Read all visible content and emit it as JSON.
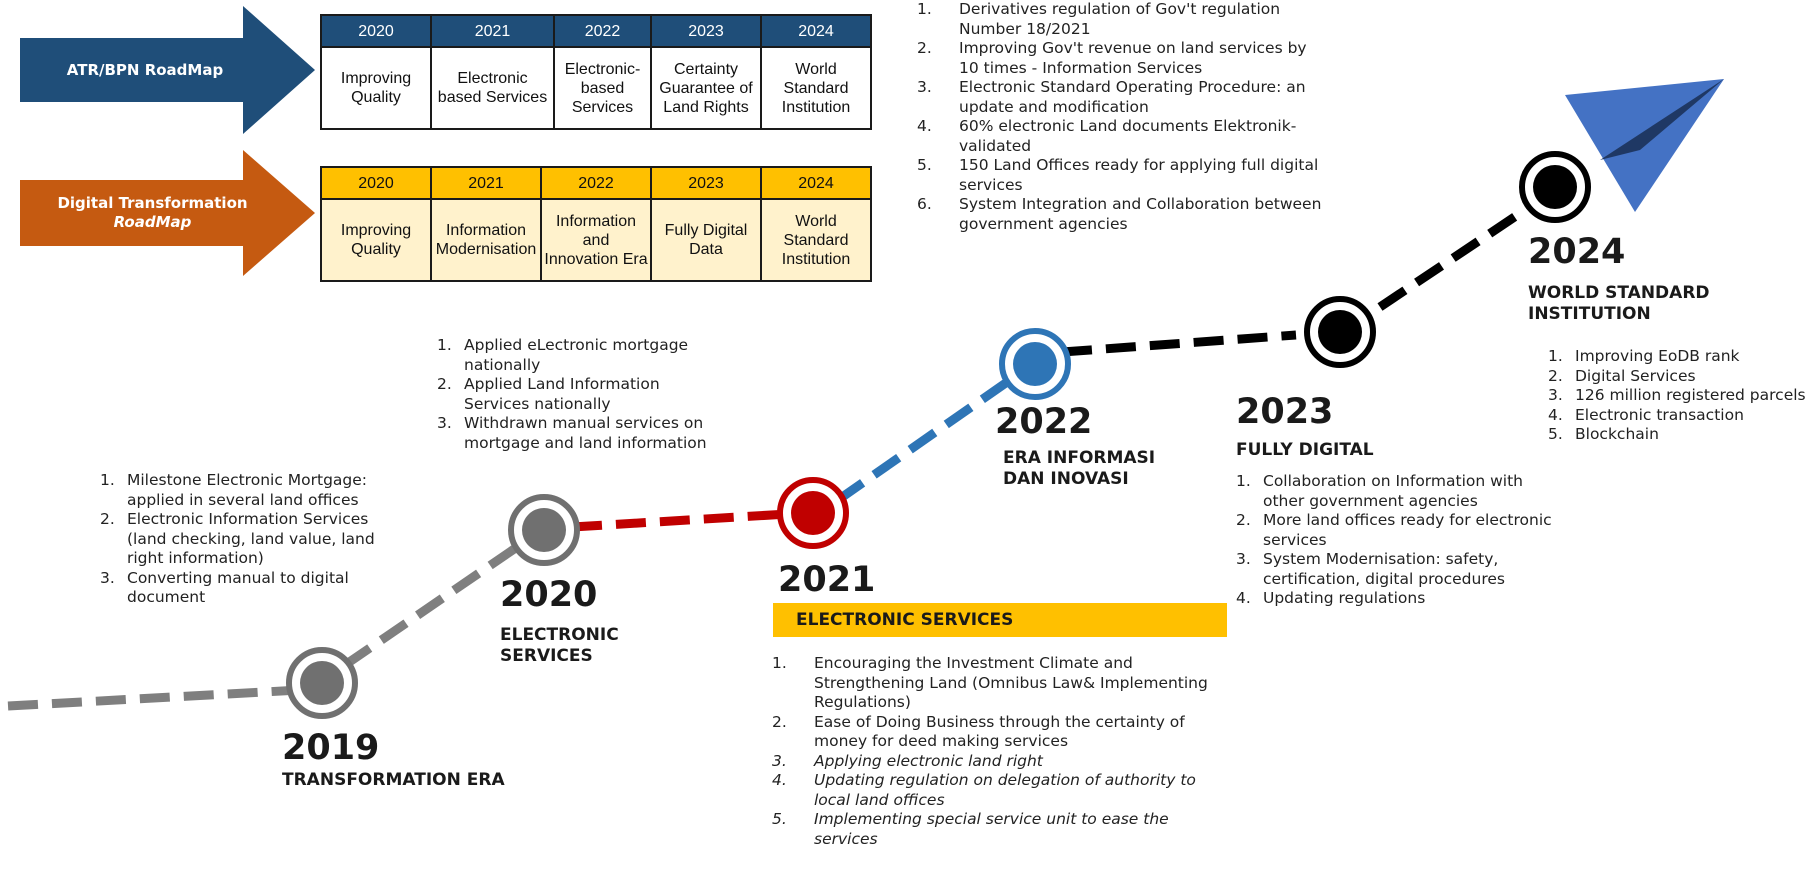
{
  "colors": {
    "atr_arrow": "#1f4e79",
    "digital_arrow": "#c55a11",
    "gray_circle": "#707070",
    "red_circle": "#c00000",
    "blue_circle": "#2e75b6",
    "black_circle": "#000000",
    "plane": "#4472c4",
    "highlight": "#ffc000"
  },
  "arrows": {
    "atr": "ATR/BPN RoadMap",
    "digital_line1": "Digital Transformation",
    "digital_line2": "RoadMap"
  },
  "atr_table": {
    "years": [
      "2020",
      "2021",
      "2022",
      "2023",
      "2024"
    ],
    "items": [
      "Improving Quality",
      "Electronic based Services",
      "Electronic-based Services",
      "Certainty Guarantee of Land Rights",
      "World Standard Institution"
    ]
  },
  "digital_table": {
    "years": [
      "2020",
      "2021",
      "2022",
      "2023",
      "2024"
    ],
    "items": [
      "Improving Quality",
      "Information Modernisation",
      "Information and Innovation Era",
      "Fully Digital Data",
      "World Standard Institution"
    ]
  },
  "milestones": {
    "m2019": {
      "year": "2019",
      "title": "TRANSFORMATION ERA",
      "items": [
        "Milestone Electronic Mortgage: applied in several land offices",
        "Electronic Information Services (land checking, land value, land right information)",
        "Converting manual to digital document"
      ]
    },
    "m2020": {
      "year": "2020",
      "title": "ELECTRONIC SERVICES",
      "items": [
        "Applied eLectronic mortgage nationally",
        "Applied Land Information Services nationally",
        "Withdrawn manual services on mortgage and land information"
      ]
    },
    "m2021": {
      "year": "2021",
      "title": "ELECTRONIC SERVICES",
      "items": [
        "Encouraging the Investment Climate and Strengthening Land (Omnibus Law& Implementing Regulations)",
        "Ease of Doing Business through the certainty of money for deed making services",
        "Applying electronic land right",
        "Updating regulation on delegation of authority to local land offices",
        "Implementing special service unit to ease the services"
      ]
    },
    "m2022": {
      "year": "2022",
      "title": "ERA INFORMASI DAN INOVASI",
      "items": [
        "Derivatives regulation of Gov't regulation Number 18/2021",
        "Improving Gov't revenue on land services by 10 times - Information Services",
        "Electronic Standard Operating Procedure: an update and modification",
        "60% electronic Land documents Elektronik- validated",
        "150 Land Offices ready for applying full digital services",
        "System Integration and Collaboration between government agencies"
      ]
    },
    "m2023": {
      "year": "2023",
      "title": "FULLY DIGITAL",
      "items": [
        "Collaboration on Information with other government agencies",
        "More land offices ready for electronic services",
        "System Modernisation: safety, certification, digital procedures",
        "Updating regulations"
      ]
    },
    "m2024": {
      "year": "2024",
      "title": "WORLD STANDARD INSTITUTION",
      "items": [
        "Improving EoDB rank",
        "Digital Services",
        "126 million registered parcels",
        "Electronic transaction",
        "Blockchain"
      ]
    }
  }
}
